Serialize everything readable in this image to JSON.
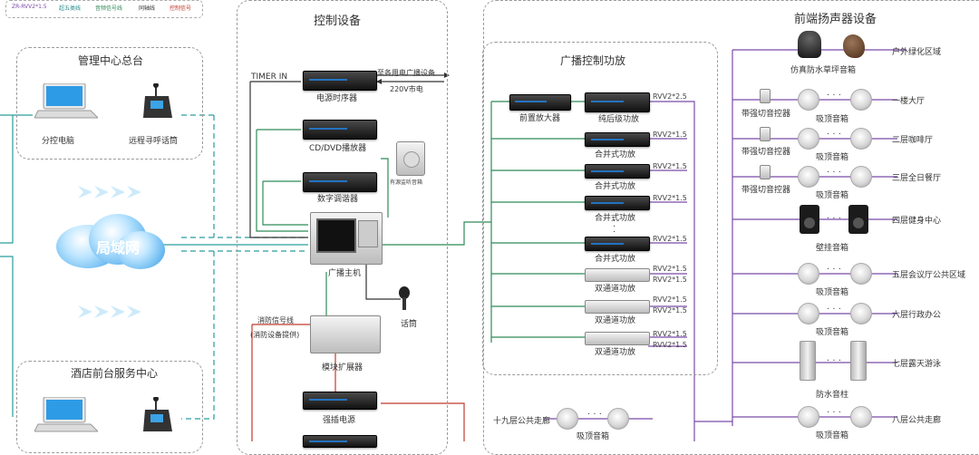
{
  "legend": {
    "items": [
      "ZR-RVV2*1.5",
      "超五类线",
      "音频信号线",
      "同轴线",
      "控制信号"
    ],
    "colors": [
      "#7b4aa8",
      "#2a8a8a",
      "#2e8b57",
      "#333333",
      "#c0392b"
    ]
  },
  "left": {
    "mgmt_title": "管理中心总台",
    "pc_label": "分控电脑",
    "mic_label": "远程寻呼话筒",
    "lan_label": "局域网",
    "hotel_title": "酒店前台服务中心"
  },
  "control": {
    "title": "控制设备",
    "timer_in": "TIMER IN",
    "power_seq": "电源时序器",
    "to_equipment": "至各用电广播设备",
    "mains": "220V市电",
    "cd": "CD/DVD播放器",
    "tuner": "数字调谐器",
    "monitor_speaker": "有源监听音箱",
    "host": "广播主机",
    "mic": "话筒",
    "fire_signal": "消防信号线",
    "fire_provided": "(消防设备提供)",
    "module_expander": "模块扩展器",
    "force_power": "强插电源"
  },
  "amp": {
    "title": "广播控制功放",
    "preamp": "前置放大器",
    "pure_amp": "纯后级功放",
    "combined": "合并式功放",
    "dual": "双通道功放",
    "cable_25": "RVV2*2.5",
    "cable_15": "RVV2*1.5",
    "floor19": "十九层公共走廊",
    "ceiling": "吸顶音箱"
  },
  "front": {
    "title": "前端扬声器设备",
    "lawn": "仿真防水草坪音箱",
    "volume_ctrl": "带强切音控器",
    "ceiling": "吸顶音箱",
    "wall": "壁挂音箱",
    "column": "防水音柱",
    "zones": [
      "户外绿化区域",
      "一楼大厅",
      "二层咖啡厅",
      "三层全日餐厅",
      "四层健身中心",
      "五层会议厅公共区域",
      "六层行政办公",
      "七层露天游泳",
      "八层公共走廊"
    ]
  }
}
